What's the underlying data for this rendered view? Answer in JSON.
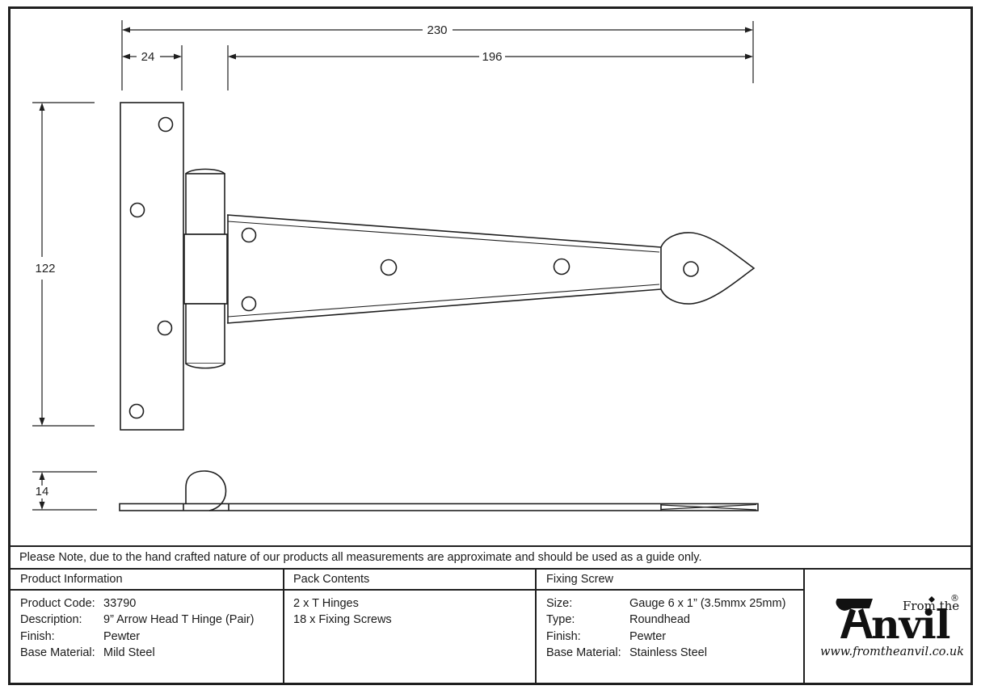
{
  "drawing": {
    "dimensions": {
      "total_length": "230",
      "plate_width": "24",
      "strap_length": "196",
      "plate_height": "122",
      "knuckle_height": "14"
    }
  },
  "note": "Please Note, due to the hand crafted nature of our products all measurements are approximate and should be used as a guide only.",
  "table": {
    "product_information": {
      "header": "Product Information",
      "rows": [
        {
          "label": "Product Code:",
          "value": "33790"
        },
        {
          "label": "Description:",
          "value": "9” Arrow Head T Hinge (Pair)"
        },
        {
          "label": "Finish:",
          "value": "Pewter"
        },
        {
          "label": "Base Material:",
          "value": "Mild Steel"
        }
      ]
    },
    "pack_contents": {
      "header": "Pack Contents",
      "items": [
        "2 x T Hinges",
        "18 x Fixing Screws"
      ]
    },
    "fixing_screw": {
      "header": "Fixing Screw",
      "rows": [
        {
          "label": "Size:",
          "value": "Gauge 6 x 1” (3.5mmx 25mm)"
        },
        {
          "label": "Type:",
          "value": "Roundhead"
        },
        {
          "label": "Finish:",
          "value": "Pewter"
        },
        {
          "label": "Base Material:",
          "value": "Stainless Steel"
        }
      ]
    }
  },
  "logo": {
    "brand": "Anvil",
    "brand_tail": "nvil",
    "brand_prefix": "From the",
    "registered": "®",
    "website": "www.fromtheanvil.co.uk"
  },
  "colors": {
    "line": "#1f1f1f",
    "background": "#ffffff"
  }
}
